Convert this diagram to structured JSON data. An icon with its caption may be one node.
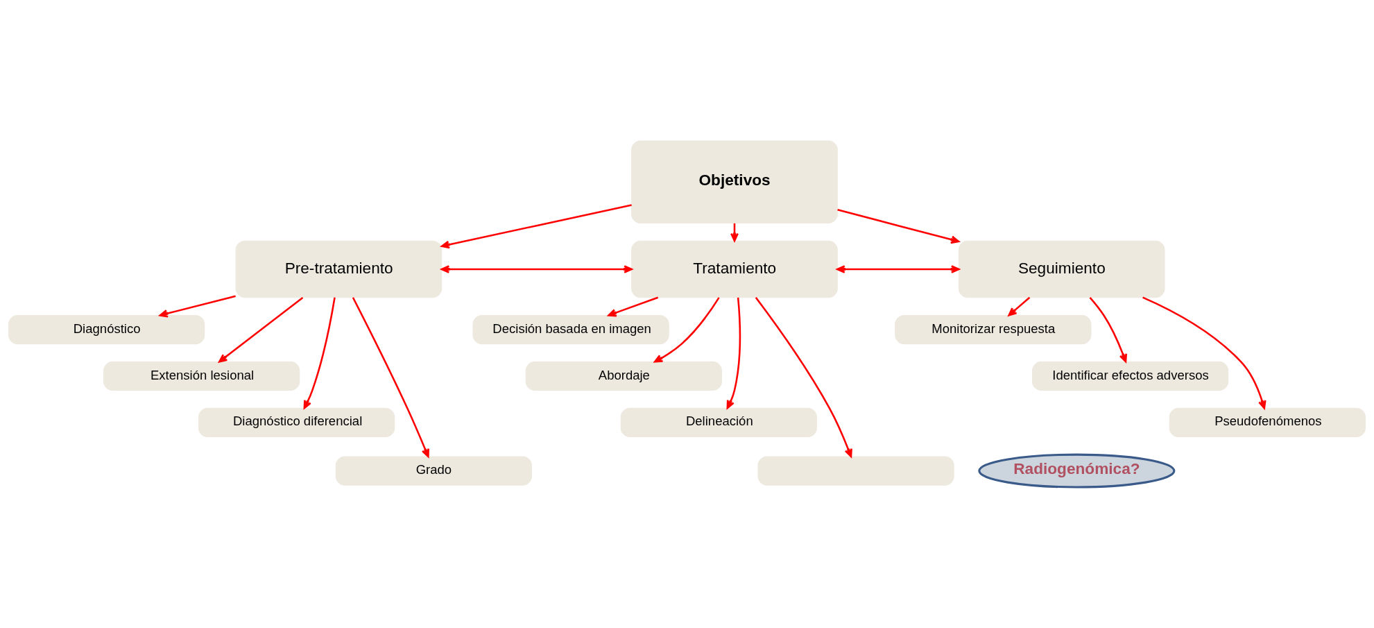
{
  "diagram": {
    "nodes": [
      {
        "text": [
          "Objetivos"
        ]
      },
      {
        "text": [
          "Pre-tratamiento"
        ]
      },
      {
        "text": [
          "Tratamiento"
        ]
      },
      {
        "text": [
          "Seguimiento"
        ]
      },
      {
        "text": [
          "Diagnóstico"
        ]
      },
      {
        "text": [
          "Extensión lesional"
        ]
      },
      {
        "text": [
          "Diagnóstico diferencial"
        ]
      },
      {
        "text": [
          "Grado"
        ]
      },
      {
        "text": [
          "Decisión basada en imagen"
        ]
      },
      {
        "text": [
          "Abordaje"
        ]
      },
      {
        "text": [
          "Delineación"
        ]
      },
      {
        "text": [],
        "shape": "box"
      },
      {
        "text": [
          "Radiogenómica?"
        ]
      },
      {
        "text": [
          "Monitorizar respuesta"
        ]
      },
      {
        "text": [
          "Identificar efectos adversos"
        ]
      },
      {
        "text": [
          "Pseudofenómenos"
        ]
      }
    ],
    "edges": [
      {
        "from": 0,
        "to": 1,
        "arrow": "to"
      },
      {
        "from": 0,
        "to": 2,
        "arrow": "to"
      },
      {
        "from": 0,
        "to": 3,
        "arrow": "to"
      },
      {
        "from": 1,
        "to": 2,
        "arrow": "both"
      },
      {
        "from": 2,
        "to": 3,
        "arrow": "both"
      },
      {
        "from": 1,
        "to": 4,
        "arrow": "to"
      },
      {
        "from": 1,
        "to": 5,
        "arrow": "to"
      },
      {
        "from": 1,
        "to": 6,
        "arrow": "to"
      },
      {
        "from": 1,
        "to": 7,
        "arrow": "to"
      },
      {
        "from": 2,
        "to": 8,
        "arrow": "to"
      },
      {
        "from": 2,
        "to": 9,
        "arrow": "to"
      },
      {
        "from": 2,
        "to": 10,
        "arrow": "to"
      },
      {
        "from": 2,
        "to": 11,
        "arrow": "to"
      },
      {
        "from": 3,
        "to": 13,
        "arrow": "to"
      },
      {
        "from": 3,
        "to": 14,
        "arrow": "to"
      },
      {
        "from": 3,
        "to": 15,
        "arrow": "to"
      }
    ]
  }
}
